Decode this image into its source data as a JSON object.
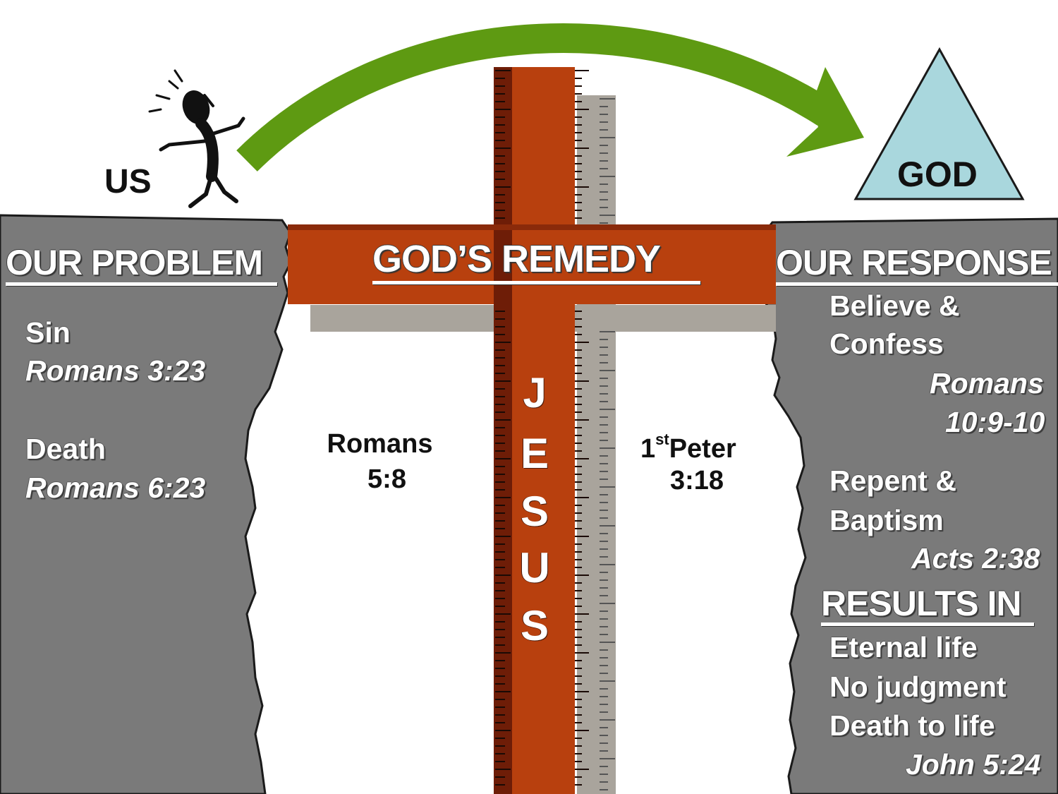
{
  "labels": {
    "us": "US",
    "god": "GOD"
  },
  "problem": {
    "title": "OUR PROBLEM",
    "items": [
      {
        "term": "Sin",
        "ref": "Romans 3:23"
      },
      {
        "term": "Death",
        "ref": "Romans 6:23"
      }
    ]
  },
  "remedy": {
    "title": "GOD’S REMEDY",
    "left_ref": [
      "Romans",
      "5:8"
    ],
    "right_ref": {
      "ordinal": "1",
      "suffix": "st",
      "book": "Peter",
      "verse": "3:18"
    },
    "cross_letters": [
      "J",
      "E",
      "S",
      "U",
      "S"
    ]
  },
  "response": {
    "title": "OUR RESPONSE",
    "step1": [
      "Believe &",
      "Confess"
    ],
    "step1_ref": [
      "Romans",
      "10:9-10"
    ],
    "step2": [
      "Repent &",
      "Baptism"
    ],
    "step2_ref": "Acts 2:38",
    "results_title": "RESULTS IN",
    "results": [
      "Eternal life",
      "No judgment",
      "Death to life"
    ],
    "results_ref": "John 5:24"
  },
  "colors": {
    "cliff": "#7a7a7a",
    "cross": "#b8400e",
    "cross_dark": "#6e1d07",
    "arrow": "#5e9a12",
    "god_triangle": "#a9d7dd",
    "shadow": "#a9a49c"
  }
}
